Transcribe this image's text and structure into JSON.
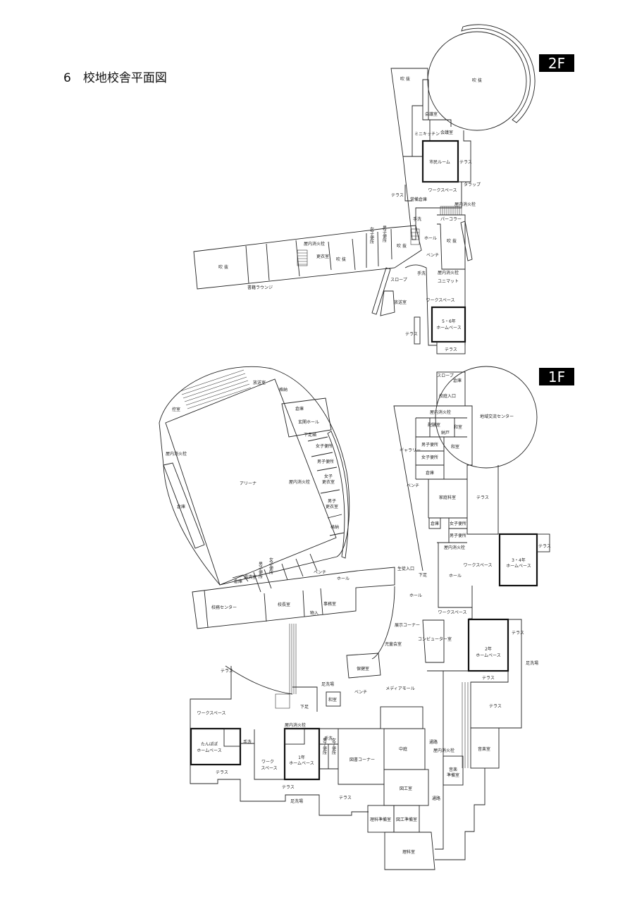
{
  "title": "6　校地校舎平面図",
  "floor2": {
    "badge": "2F",
    "labels": [
      "吹 抜",
      "吹 抜",
      "会議室",
      "ミニキッチン",
      "会議室",
      "市民ルーム",
      "テラス",
      "タラップ",
      "ワークスペース",
      "テラス",
      "常備倉庫",
      "屋内消火栓",
      "手洗",
      "パーコラー",
      "ホール",
      "吹 抜",
      "ベンチ",
      "手洗",
      "屋内消火栓",
      "ユニマット",
      "ワークスペース",
      "5・6年",
      "ホームベース",
      "テラス",
      "テラス",
      "吹 抜",
      "男子便所",
      "女子便所",
      "吹 抜",
      "更衣室",
      "屋内消火栓",
      "吹 抜",
      "書籍ラウンジ",
      "スロープ",
      "放送室"
    ]
  },
  "floor1": {
    "badge": "1F",
    "labels": [
      "スロープ",
      "倉庫",
      "校庭入口",
      "屋内消火栓",
      "地域交流センター",
      "配膳室",
      "和室",
      "納戸",
      "男子便所",
      "和室",
      "ギャラリー",
      "女子便所",
      "倉庫",
      "ベンチ",
      "家庭科室",
      "テラス",
      "倉庫",
      "女子便所",
      "男子便所",
      "屋内消火栓",
      "テラス",
      "ワークスペース",
      "3・4年",
      "ホームベース",
      "ホール",
      "生徒入口",
      "下足",
      "ホール",
      "ワークスペース",
      "展示コーナー",
      "コンピューター室",
      "テラス",
      "児童会室",
      "2年",
      "ホームベース",
      "足洗場",
      "保健室",
      "テラス",
      "メディアモール",
      "足洗場",
      "ベンチ",
      "和室",
      "下足",
      "テラス",
      "テラス",
      "ワークスペース",
      "屋内消火栓",
      "手洗",
      "手洗",
      "たんぽぽ",
      "ホームベース",
      "1年",
      "ホームベース",
      "男子便所",
      "女子便所",
      "図書コーナー",
      "中庭",
      "通路",
      "屋内消火栓",
      "音楽室",
      "音楽",
      "準備室",
      "ワーク",
      "スペース",
      "テラス",
      "テラス",
      "図工室",
      "通路",
      "テラス",
      "足洗場",
      "理科準備室",
      "図工準備室",
      "理科室",
      "放送室",
      "控室",
      "屋内消火栓",
      "倉庫",
      "アリーナ",
      "屋内消火栓",
      "格納",
      "倉庫",
      "玄関ホール",
      "下足箱",
      "女子便所",
      "男子便所",
      "女子",
      "更衣室",
      "男子",
      "更衣室",
      "格納",
      "ベンチ",
      "ホール",
      "倉庫",
      "湯沸室",
      "男子便所",
      "女子便所",
      "校務センター",
      "校長室",
      "事務室",
      "物入"
    ]
  }
}
